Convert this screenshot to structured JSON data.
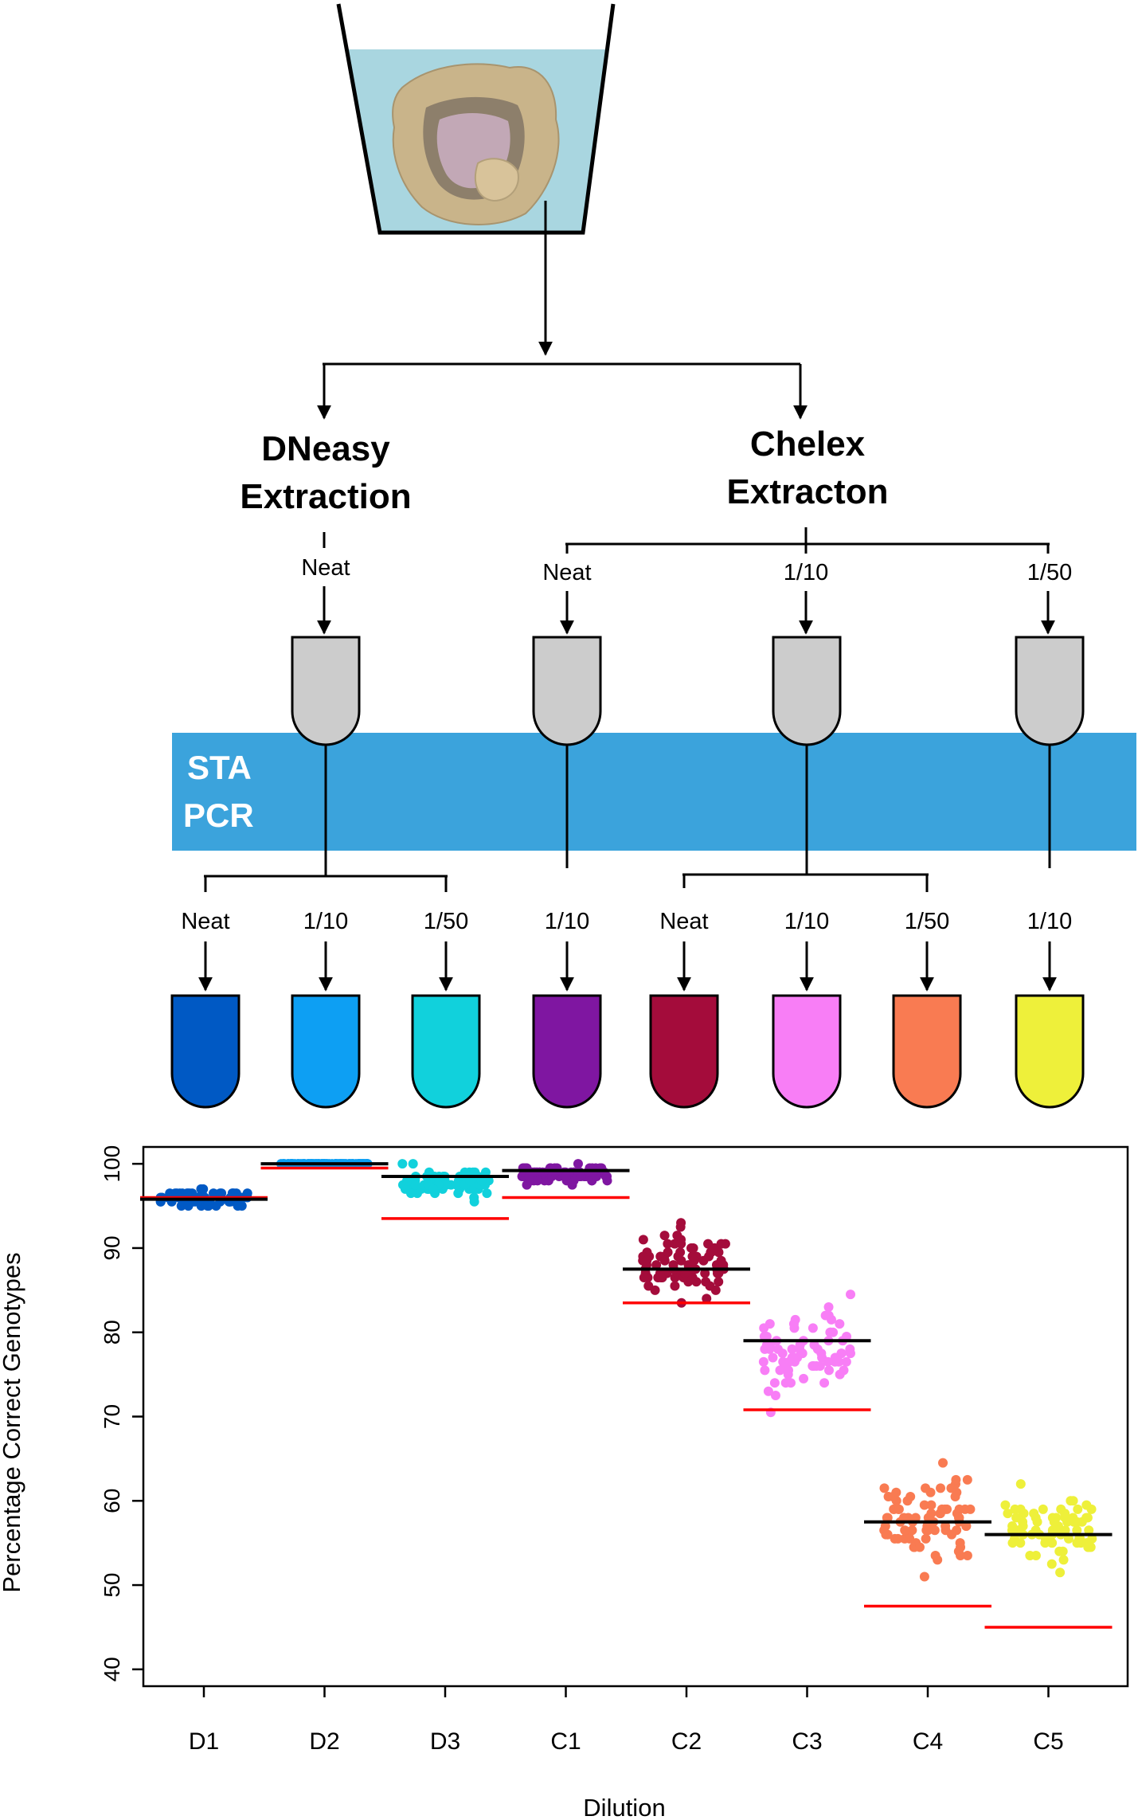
{
  "diagram": {
    "methods": [
      {
        "line1": "DNeasy",
        "line2": "Extraction"
      },
      {
        "line1": "Chelex",
        "line2": "Extracton"
      }
    ],
    "dneasy_branch_label": "Neat",
    "chelex_branch_labels": [
      "Neat",
      "1/10",
      "1/50"
    ],
    "band_label_1": "STA",
    "band_label_2": "PCR",
    "final_labels": [
      "Neat",
      "1/10",
      "1/50",
      "1/10",
      "Neat",
      "1/10",
      "1/50",
      "1/10"
    ],
    "colors": {
      "band": "#3ba3dc",
      "grey_tube": "#cccccc",
      "water": "#a9d6e0"
    }
  },
  "chart_data": {
    "type": "scatter",
    "xlabel": "Dilution",
    "ylabel": "Percentage Correct Genotypes",
    "ylim": [
      38,
      102
    ],
    "yticks": [
      40,
      50,
      60,
      70,
      80,
      90,
      100
    ],
    "categories": [
      "D1",
      "D2",
      "D3",
      "C1",
      "C2",
      "C3",
      "C4",
      "C5"
    ],
    "colors": [
      "#0059c4",
      "#0d9ff3",
      "#11d1dc",
      "#7f16a1",
      "#a40c3b",
      "#f87ef6",
      "#f97b52",
      "#eef03a"
    ],
    "mean_line_color": "#000000",
    "min_line_color": "#ff0000",
    "groups": [
      {
        "name": "D1",
        "mean": 95.8,
        "min": 96.0,
        "lo": 95.0,
        "hi": 96.8,
        "n": 80
      },
      {
        "name": "D2",
        "mean": 100.0,
        "min": 99.5,
        "lo": 99.8,
        "hi": 100.0,
        "n": 80
      },
      {
        "name": "D3",
        "mean": 98.5,
        "min": 93.5,
        "lo": 95.5,
        "hi": 100.0,
        "n": 80
      },
      {
        "name": "C1",
        "mean": 99.2,
        "min": 96.0,
        "lo": 97.5,
        "hi": 100.0,
        "n": 80
      },
      {
        "name": "C2",
        "mean": 87.5,
        "min": 83.5,
        "lo": 83.5,
        "hi": 93.0,
        "n": 85
      },
      {
        "name": "C3",
        "mean": 79.0,
        "min": 70.8,
        "lo": 70.5,
        "hi": 84.5,
        "n": 75
      },
      {
        "name": "C4",
        "mean": 57.5,
        "min": 47.5,
        "lo": 51.0,
        "hi": 64.5,
        "n": 80
      },
      {
        "name": "C5",
        "mean": 56.0,
        "min": 45.0,
        "lo": 51.5,
        "hi": 62.0,
        "n": 75
      }
    ]
  }
}
